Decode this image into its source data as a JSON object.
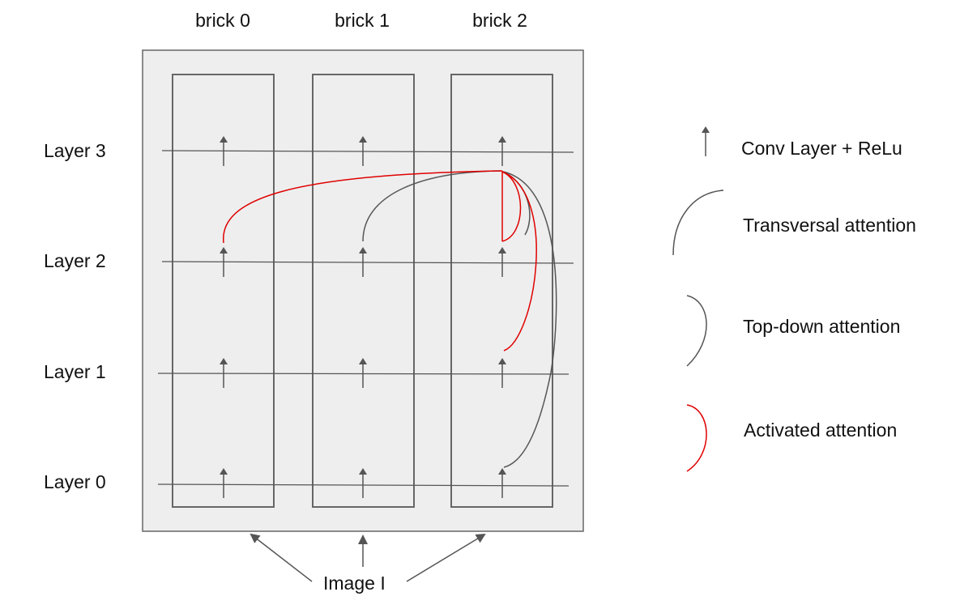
{
  "bricks": [
    "brick 0",
    "brick 1",
    "brick 2"
  ],
  "layers": [
    "Layer 3",
    "Layer 2",
    "Layer 1",
    "Layer 0"
  ],
  "input_label": "Image I",
  "legend": {
    "conv": "Conv Layer + ReLu",
    "transversal": "Transversal attention",
    "topdown": "Top-down attention",
    "activated": "Activated attention"
  },
  "colors": {
    "panel_fill": "#eeeeee",
    "panel_stroke": "#666666",
    "arrow": "#555555",
    "attention": "#555555",
    "activated": "#e00000"
  }
}
